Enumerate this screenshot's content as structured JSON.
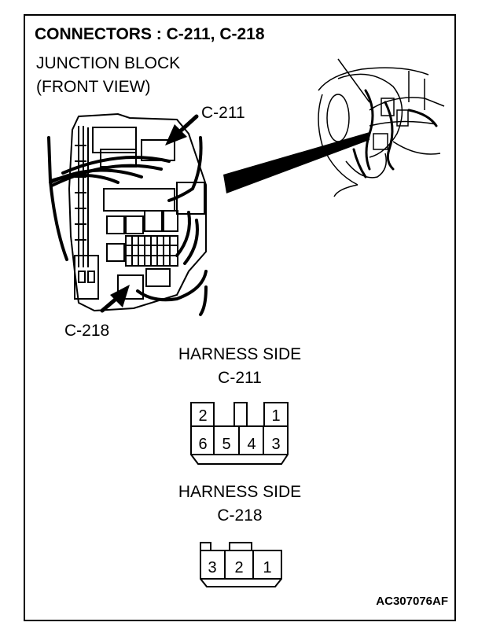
{
  "title": "CONNECTORS : C-211, C-218",
  "junction_block": {
    "line1": "JUNCTION BLOCK",
    "line2": "(FRONT VIEW)"
  },
  "callouts": {
    "c211": "C-211",
    "c218": "C-218"
  },
  "connector_c211": {
    "side_label": "HARNESS SIDE",
    "name": "C-211",
    "top_row": [
      "2",
      "1"
    ],
    "bottom_row": [
      "6",
      "5",
      "4",
      "3"
    ]
  },
  "connector_c218": {
    "side_label": "HARNESS SIDE",
    "name": "C-218",
    "pins": [
      "3",
      "2",
      "1"
    ]
  },
  "figure_code": "AC307076AF"
}
